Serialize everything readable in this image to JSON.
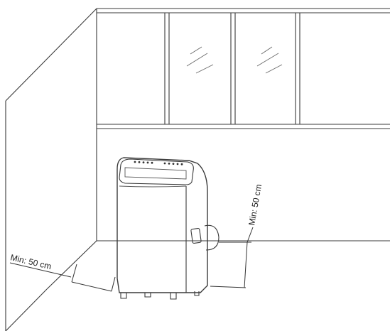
{
  "illustration": {
    "subject": "portable-air-conditioner-installation-clearance",
    "clearance_side_label": "Min: 50 cm",
    "clearance_back_label": "Min: 50 cm"
  }
}
